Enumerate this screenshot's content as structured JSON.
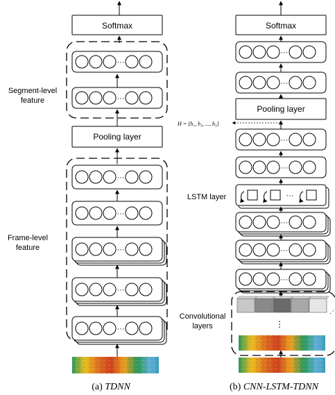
{
  "left": {
    "softmax": "Softmax",
    "pooling": "Pooling layer",
    "segment_label": [
      "Segment-level",
      "feature"
    ],
    "frame_label": [
      "Frame-level",
      "feature"
    ],
    "caption_prefix": "(a) ",
    "caption_name": "TDNN"
  },
  "right": {
    "softmax": "Softmax",
    "pooling": "Pooling layer",
    "lstm_label": "LSTM layer",
    "conv_label": [
      "Convolutional",
      "layers"
    ],
    "h_annotation": "H = [h₁, h₂, ..., h₅]",
    "caption_prefix": "(b) ",
    "caption_name": "CNN-LSTM-TDNN"
  },
  "colors": {
    "conv_blocks": [
      "#c8c8c8",
      "#8a8a8a",
      "#6a6a6a",
      "#a8a8a8",
      "#e6e6e6"
    ],
    "spectrogram": [
      "#2a9a5a",
      "#f0c020",
      "#e07020",
      "#d04020",
      "#60b0e0"
    ]
  }
}
